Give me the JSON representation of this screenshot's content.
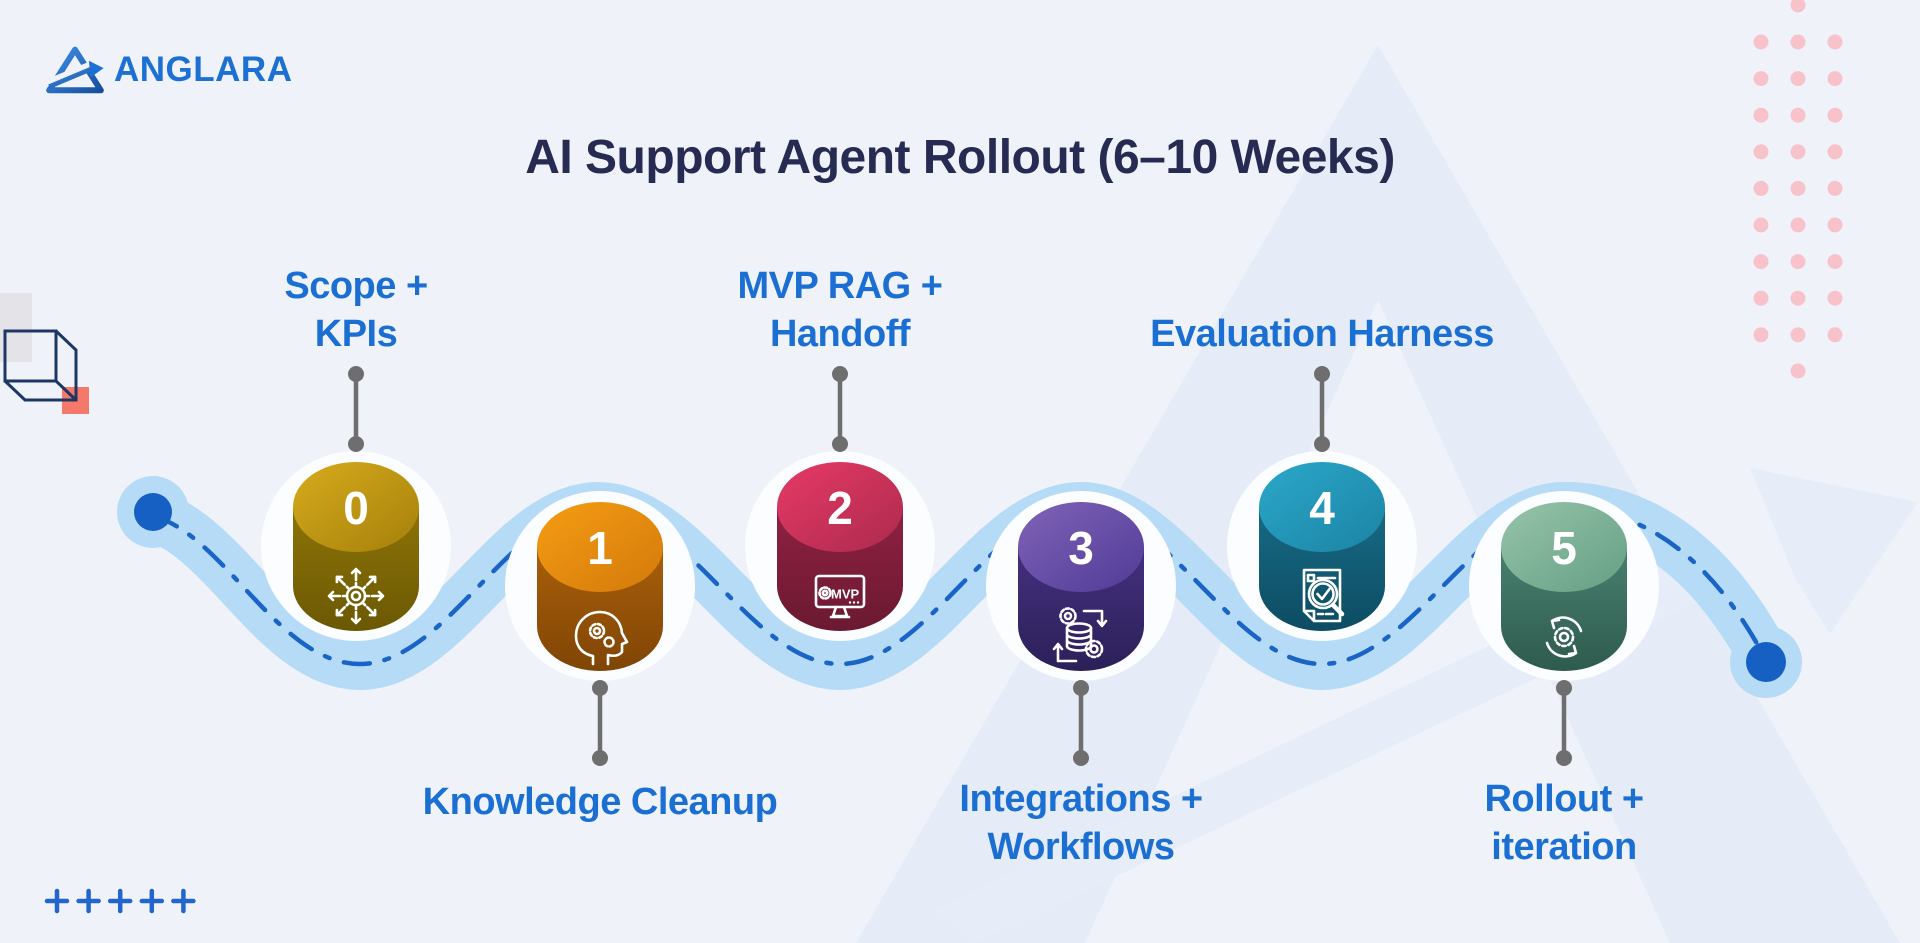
{
  "brand": {
    "logo_text": "ANGLARA",
    "logo_icon": "triangle-arrow-logo-icon"
  },
  "title": "AI Support Agent Rollout (6–10 Weeks)",
  "milestones": [
    {
      "number": "0",
      "label": "Scope +\nKPIs",
      "label_position": "above",
      "icon": "scope-expand-arrows-icon",
      "colors": {
        "top_light": "#d7ab1d",
        "top_dark": "#a5800b",
        "body_light": "#8d7407",
        "body_dark": "#6b5803"
      }
    },
    {
      "number": "1",
      "label": "Knowledge Cleanup",
      "label_position": "below",
      "icon": "head-gears-icon",
      "colors": {
        "top_light": "#f59d14",
        "top_dark": "#d3790b",
        "body_light": "#aa5f0a",
        "body_dark": "#7f4505"
      }
    },
    {
      "number": "2",
      "label": "MVP RAG +\nHandoff",
      "label_position": "above",
      "icon": "mvp-monitor-icon",
      "icon_text": "MVP",
      "colors": {
        "top_light": "#e63a67",
        "top_dark": "#ad2a4d",
        "body_light": "#8f2143",
        "body_dark": "#6b1931"
      }
    },
    {
      "number": "3",
      "label": "Integrations +\nWorkflows",
      "label_position": "below",
      "icon": "data-integration-gears-icon",
      "colors": {
        "top_light": "#8163b8",
        "top_dark": "#4f3b96",
        "body_light": "#44307f",
        "body_dark": "#2c2058"
      }
    },
    {
      "number": "4",
      "label": "Evaluation Harness",
      "label_position": "above",
      "icon": "document-magnifier-check-icon",
      "colors": {
        "top_light": "#2ba8ca",
        "top_dark": "#1c83a4",
        "body_light": "#176a85",
        "body_dark": "#0d4c62"
      }
    },
    {
      "number": "5",
      "label": "Rollout +\niteration",
      "label_position": "below",
      "icon": "gear-cycle-arrows-icon",
      "colors": {
        "top_light": "#97c4a9",
        "top_dark": "#649f85",
        "body_light": "#49806f",
        "body_dark": "#2e5b4d"
      }
    }
  ],
  "timeline": {
    "path_color": "#b5dbf7",
    "dash_color": "#1a64c7",
    "endpoint_color": "#1560c2",
    "connector_color": "#6e6e6e"
  },
  "palette": {
    "background": "#eff3f9",
    "label_blue": "#1b6fd3",
    "title_navy": "#272b52",
    "watermark": "#e5ecf7",
    "pink_dot": "#f8c2ca",
    "salmon_square": "#f5786a",
    "cube_stroke": "#1c3764",
    "gray_rect": "#e3e3e8",
    "plus_blue": "#2365cc"
  },
  "decorations": {
    "dot_grid": {
      "cols": 3,
      "rows": 9
    },
    "plus_count": 5
  }
}
